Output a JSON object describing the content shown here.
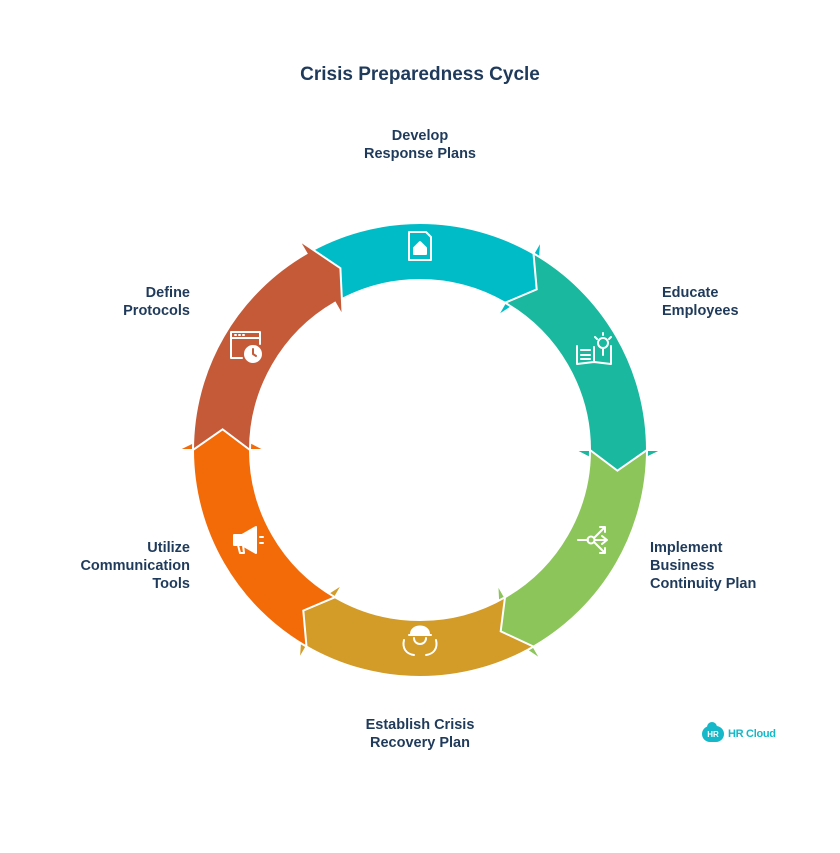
{
  "title": "Crisis Preparedness Cycle",
  "steps": [
    {
      "lines": [
        "Develop",
        "Response Plans"
      ],
      "color": "#00bcc6",
      "icon": "document-home-icon"
    },
    {
      "lines": [
        "Educate",
        "Employees"
      ],
      "color": "#1ab89e",
      "icon": "book-lightbulb-icon"
    },
    {
      "lines": [
        "Implement",
        "Business",
        "Continuity Plan"
      ],
      "color": "#8cc55a",
      "icon": "share-network-icon"
    },
    {
      "lines": [
        "Establish Crisis",
        "Recovery Plan"
      ],
      "color": "#d39b28",
      "icon": "worker-helmet-icon"
    },
    {
      "lines": [
        "Utilize",
        "Communication",
        "Tools"
      ],
      "color": "#f36b09",
      "icon": "megaphone-icon"
    },
    {
      "lines": [
        "Define",
        "Protocols"
      ],
      "color": "#c45a38",
      "icon": "browser-clock-icon"
    }
  ],
  "logo": {
    "badge": "HR",
    "text": "HR Cloud",
    "color": "#14b8c8"
  }
}
